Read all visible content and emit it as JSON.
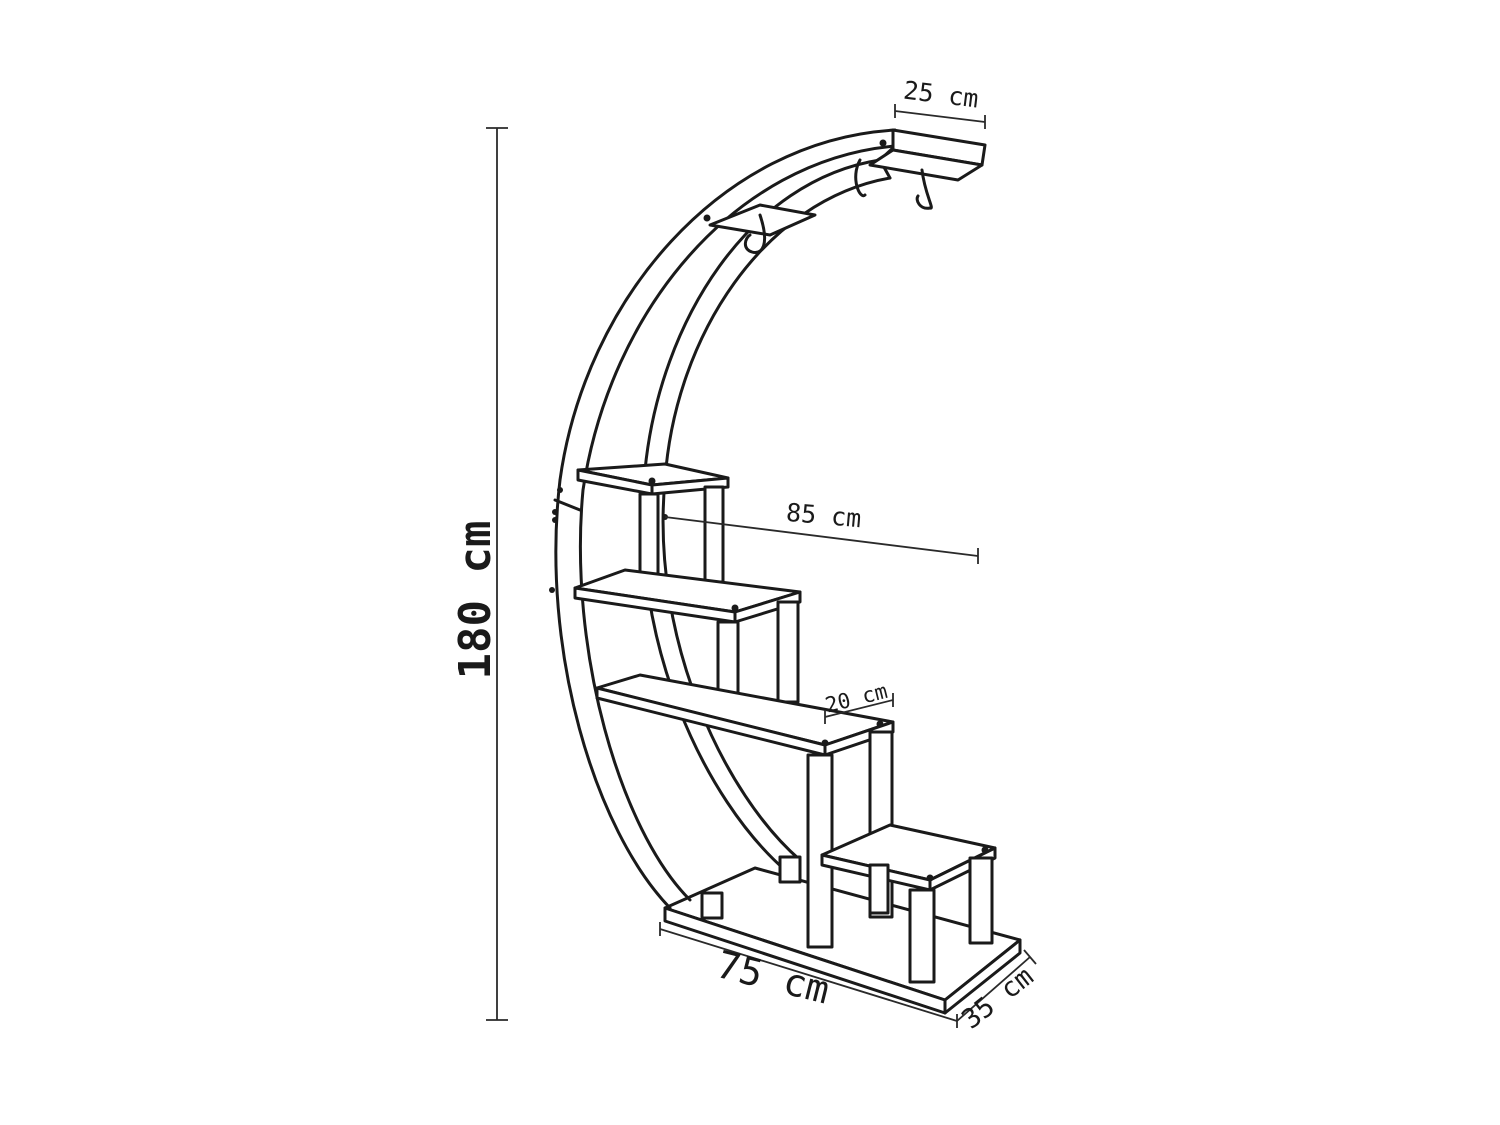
{
  "dimensions": {
    "height": "180 cm",
    "top_shelf_depth": "25 cm",
    "arc_span": "85 cm",
    "step_depth": "20 cm",
    "base_length": "75 cm",
    "base_depth": "35 cm"
  },
  "colors": {
    "line": "#1a1a1a",
    "background": "#ffffff"
  }
}
